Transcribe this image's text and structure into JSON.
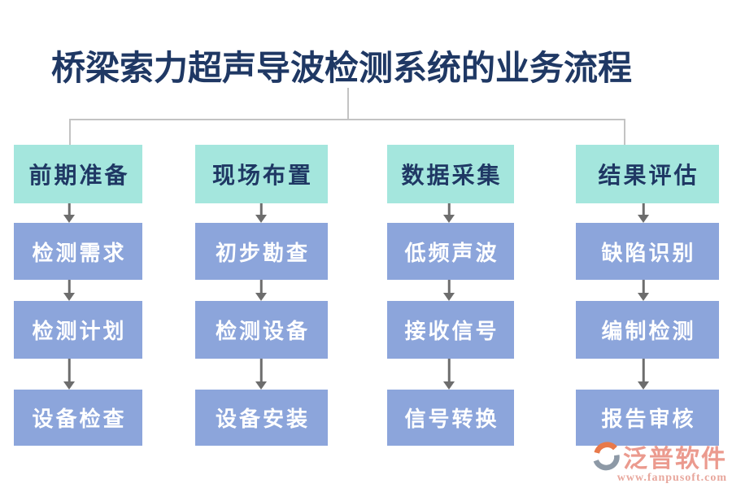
{
  "title": "桥梁索力超声导波检测系统的业务流程",
  "columns": [
    {
      "header": "前期准备",
      "steps": [
        "检测需求",
        "检测计划",
        "设备检查"
      ]
    },
    {
      "header": "现场布置",
      "steps": [
        "初步勘查",
        "检测设备",
        "设备安装"
      ]
    },
    {
      "header": "数据采集",
      "steps": [
        "低频声波",
        "接收信号",
        "信号转换"
      ]
    },
    {
      "header": "结果评估",
      "steps": [
        "缺陷识别",
        "编制检测",
        "报告审核"
      ]
    }
  ],
  "watermark": {
    "brand": "泛普软件",
    "url": "www.fanpusoft.com"
  },
  "colors": {
    "header_bg": "#a4e6dd",
    "step_bg": "#8ca5db",
    "title_color": "#1f3864",
    "connector": "#c3c3c3",
    "arrow": "#6d6d6d",
    "logo_orange": "#e8794a",
    "logo_gray": "#8d99a6",
    "brand_text": "#eb9a8e",
    "url_text": "#e8a79d"
  }
}
